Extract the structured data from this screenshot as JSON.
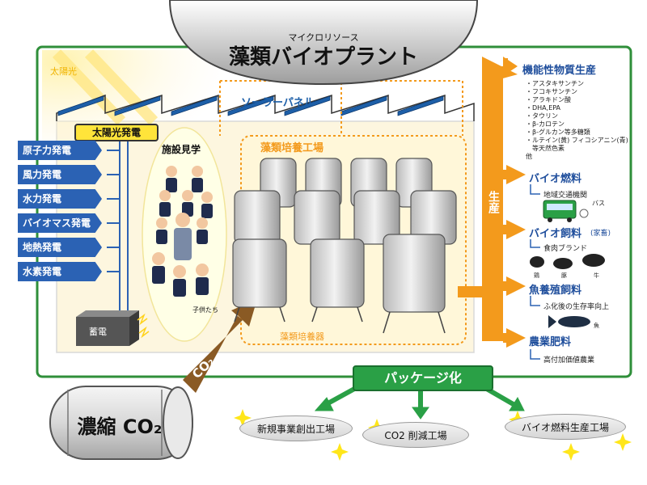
{
  "header": {
    "subtitle": "マイクロリソース",
    "title": "藻類バイオプラント"
  },
  "labels": {
    "sunlight": "太陽光",
    "solar_panel": "ソーラーパネル",
    "solar_power": "太陽光発電",
    "facility_tour": "施設見学",
    "children": "子供たち",
    "algae_factory": "藻類培養工場",
    "culture_device": "藻類培養器",
    "storage": "蓄電",
    "co2_arrow": "CO₂",
    "concentrated_co2": "濃縮 CO₂",
    "package": "パッケージ化",
    "production": "生産"
  },
  "power_sources": [
    "原子力発電",
    "風力発電",
    "水力発電",
    "バイオマス発電",
    "地熱発電",
    "水素発電"
  ],
  "products": {
    "functional": {
      "title": "機能性物質生産",
      "items": [
        "・アスタキサンチン",
        "・フコキサンチン",
        "・アラキドン酸",
        "・DHA,EPA",
        "・タウリン",
        "・β-カロテン",
        "・β-グルカン等多糖類",
        "・ルテイン(黄) フィコシアニン(青)",
        "　等天然色素",
        "他"
      ]
    },
    "fuel": {
      "title": "バイオ燃料",
      "sub": "地域交通機関",
      "icon_label": "バス"
    },
    "feed": {
      "title": "バイオ飼料",
      "tag": "(家畜)",
      "sub": "食肉ブランド",
      "animals": [
        "鶏",
        "豚",
        "牛"
      ]
    },
    "fish": {
      "title": "魚養殖飼料",
      "sub": "ふ化後の生存率向上",
      "icon_label": "魚"
    },
    "fert": {
      "title": "農業肥料",
      "sub": "高付加価値農業"
    }
  },
  "factories": [
    "新規事業創出工場",
    "CO2 削減工場",
    "バイオ燃料生産工場"
  ],
  "colors": {
    "frame_green": "#2f8f3a",
    "power_blue": "#2b62b4",
    "solar_label_bg": "#ffe43a",
    "orange": "#f39a1c",
    "co2_brown": "#8a5a24",
    "package_green": "#2aa046"
  }
}
